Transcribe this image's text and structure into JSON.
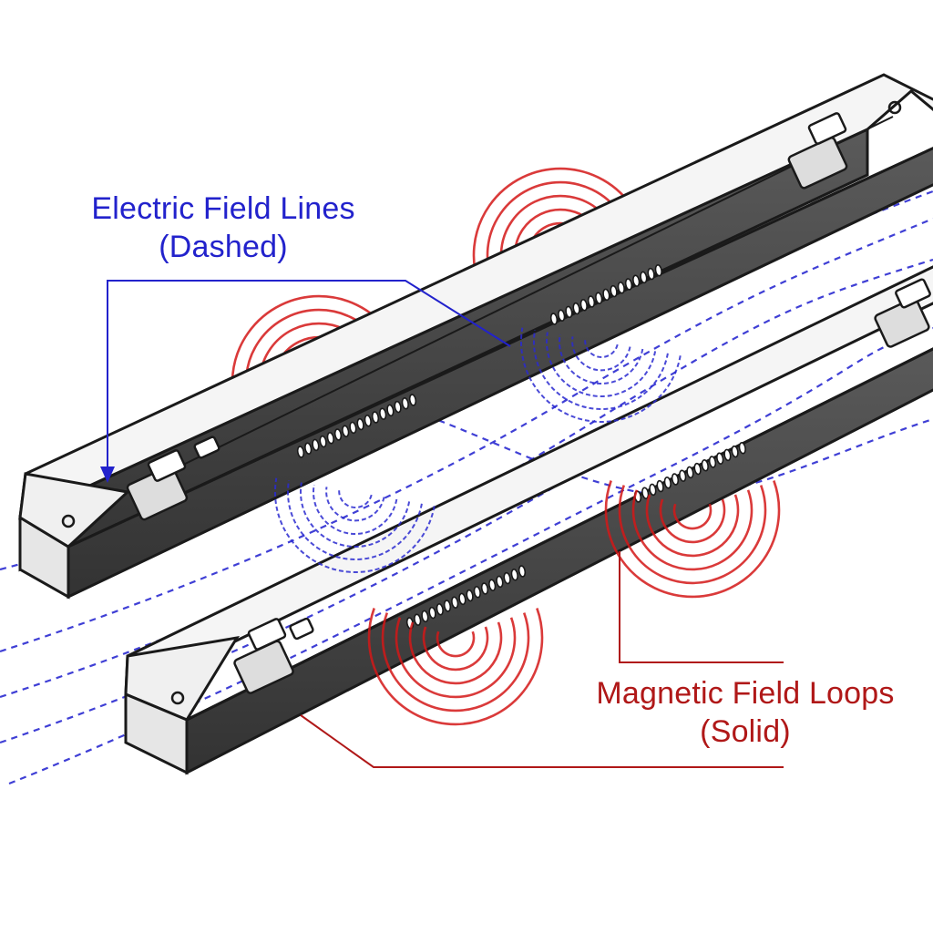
{
  "labels": {
    "electric": {
      "line1": "Electric Field Lines",
      "line2": "(Dashed)",
      "color": "#2222cc"
    },
    "magnetic": {
      "line1": "Magnetic Field Loops",
      "line2": "(Solid)",
      "color": "#b01818"
    }
  },
  "colors": {
    "electric_lines": "#2a2ad0",
    "magnetic_loops": "#d41818",
    "bar_outline": "#1a1a1a",
    "bar_top": "#f4f4f4",
    "bar_side": "#4a4a4a",
    "bar_end": "#ececec"
  },
  "bars": [
    {
      "name": "upper-conductor-bar"
    },
    {
      "name": "lower-conductor-bar"
    }
  ]
}
